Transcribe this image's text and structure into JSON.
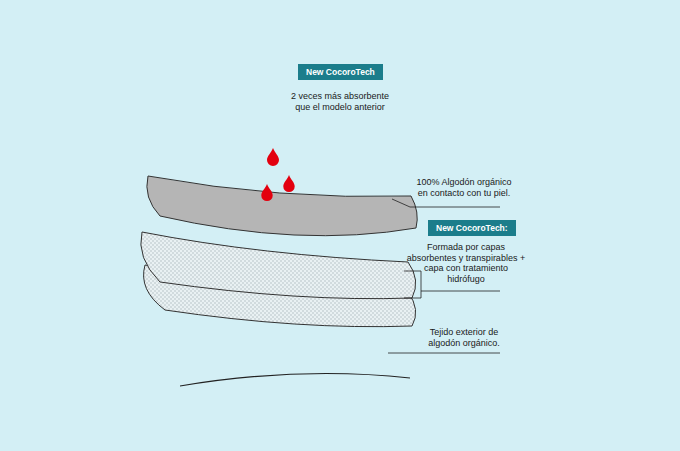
{
  "diagram": {
    "nodes": [
      {
        "text": [
          "New CocoroTech"
        ]
      },
      {
        "text": [
          "New CocoroTech:"
        ]
      }
    ],
    "labels": [
      "2 veces más absorbente que el modelo anterior",
      "100% Algodón orgánico en contacto con tu piel.",
      "Formada por capas absorbentes y transpirables + capa con tratamiento hidrófugo",
      "Tejido exterior de algodón orgánico."
    ]
  }
}
